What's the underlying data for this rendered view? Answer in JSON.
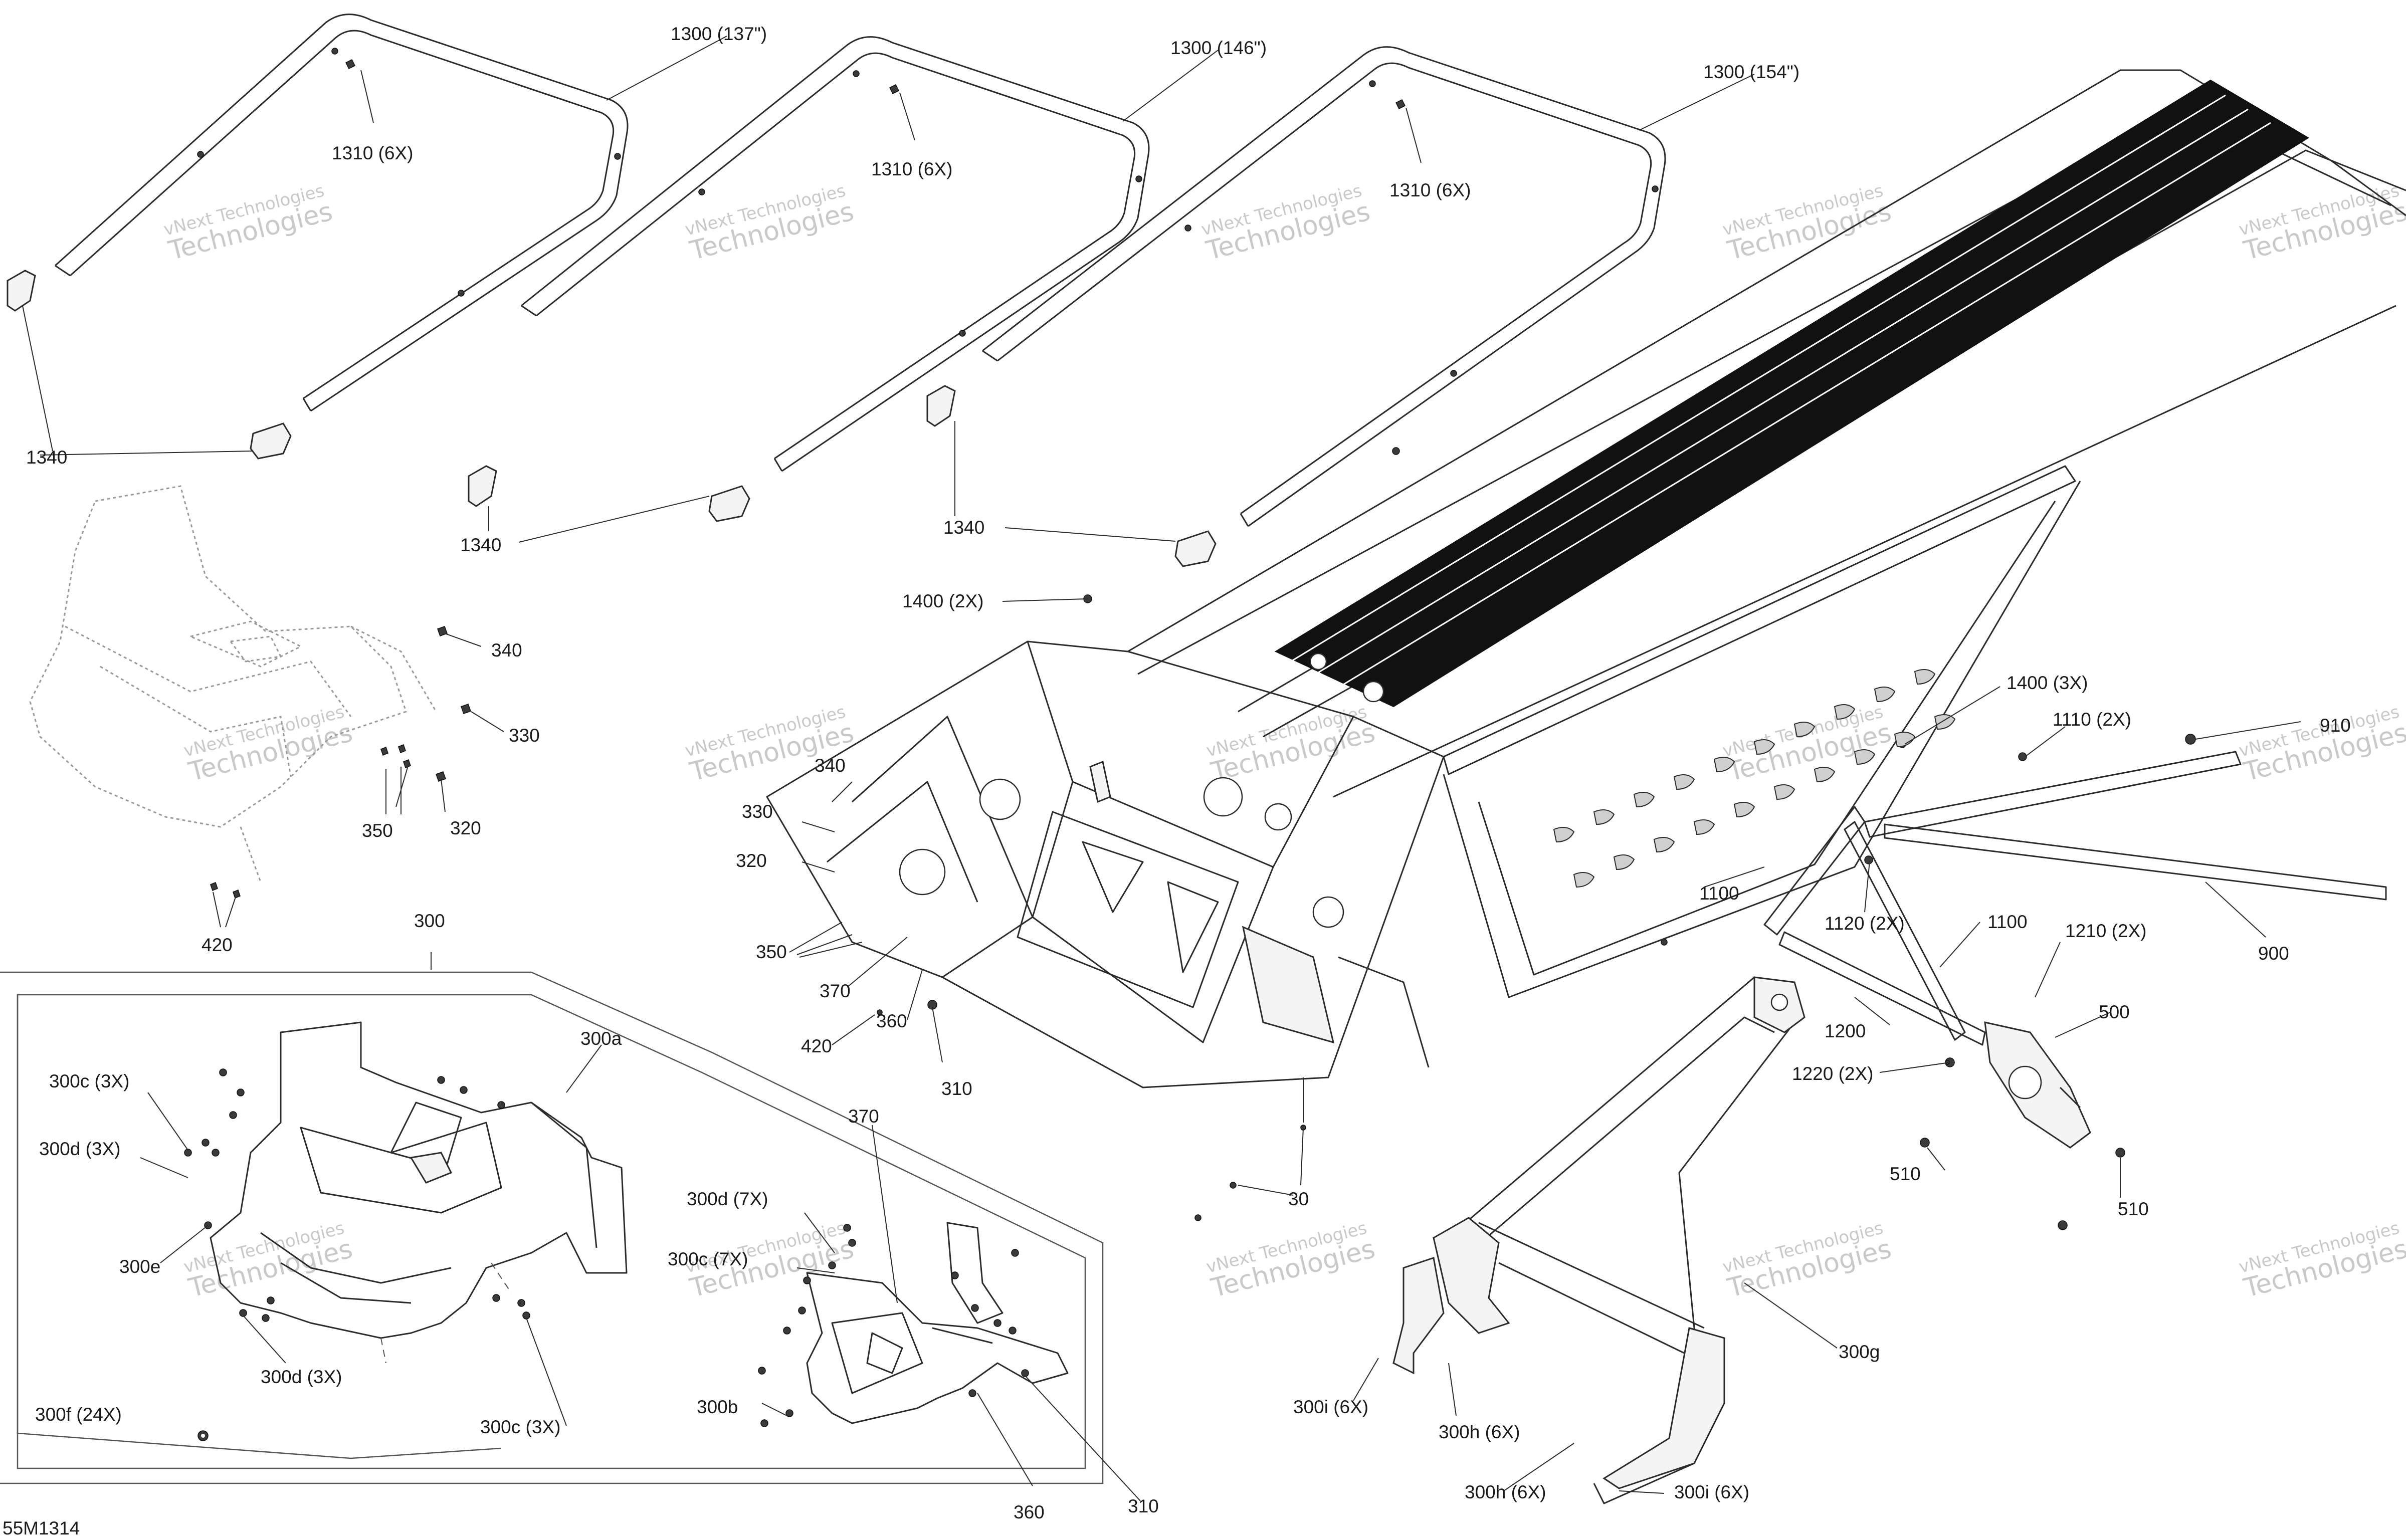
{
  "drawing": {
    "number": "55M1314",
    "watermark_line1": "vNext Technologies",
    "watermark_line2": "Technologies"
  },
  "callouts": [
    "1300 (137\")",
    "1300 (146\")",
    "1300 (154\")",
    "1310 (6X)",
    "1310 (6X)",
    "1310 (6X)",
    "1340",
    "1340",
    "1340",
    "340",
    "330",
    "320",
    "350",
    "420",
    "300",
    "300a",
    "300b",
    "300c (3X)",
    "300d (3X)",
    "300e",
    "300d (3X)",
    "300c (3X)",
    "300f (24X)",
    "300d (7X)",
    "300c (7X)",
    "370",
    "360",
    "310",
    "1400 (2X)",
    "330",
    "320",
    "340",
    "350",
    "370",
    "420",
    "360",
    "310",
    "1400 (3X)",
    "1110 (2X)",
    "910",
    "1100",
    "1120 (2X)",
    "1100",
    "900",
    "1210 (2X)",
    "500",
    "1200",
    "1220 (2X)",
    "510",
    "510",
    "30",
    "300g",
    "300i (6X)",
    "300h (6X)",
    "300h (6X)",
    "300i (6X)"
  ],
  "colors": {
    "line": "#2b2b2b",
    "belt": "#111111",
    "watermark": "#c9c9c9"
  }
}
